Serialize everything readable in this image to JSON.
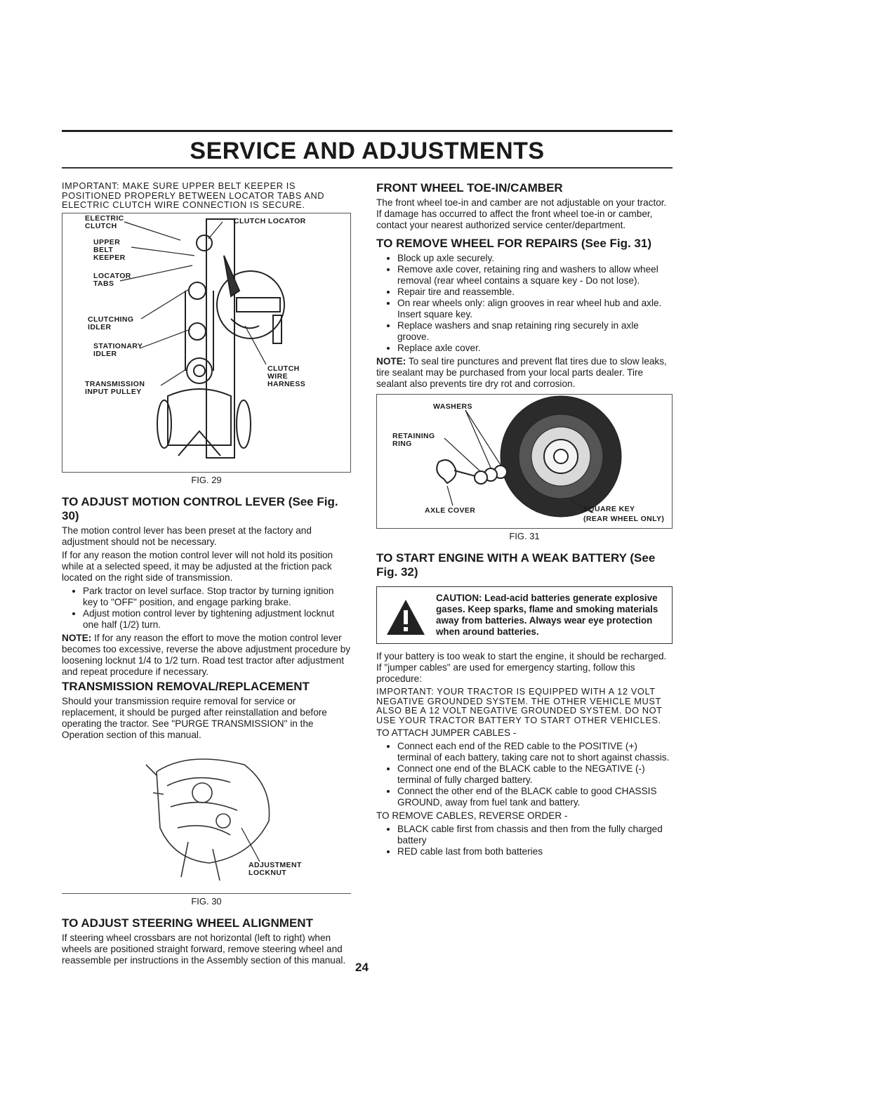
{
  "page": {
    "title": "SERVICE AND ADJUSTMENTS",
    "number": "24"
  },
  "left": {
    "important": "IMPORTANT: MAKE SURE UPPER BELT KEEPER IS POSITIONED PROPERLY BETWEEN LOCATOR TABS AND ELECTRIC CLUTCH WIRE CONNECTION IS SECURE.",
    "fig29": {
      "caption": "FIG. 29",
      "labels": {
        "electric_clutch": "ELECTRIC CLUTCH",
        "clutch_locator": "CLUTCH LOCATOR",
        "upper_belt_keeper": "UPPER BELT KEEPER",
        "locator_tabs": "LOCATOR TABS",
        "clutching_idler": "CLUTCHING IDLER",
        "stationary_idler": "STATIONARY IDLER",
        "transmission_input_pulley": "TRANSMISSION INPUT PULLEY",
        "clutch_wire_harness": "CLUTCH WIRE HARNESS"
      }
    },
    "motion": {
      "heading": "TO ADJUST MOTION CONTROL LEVER (See Fig. 30)",
      "p1": "The motion control lever has been preset at the factory and adjustment should not be necessary.",
      "p2": "If for any reason the motion control lever will not hold its position while at a selected speed, it may be adjusted at the friction pack located on the right side of transmission.",
      "bullets": [
        "Park tractor on level surface. Stop tractor by turning ignition key to \"OFF\" position, and engage parking brake.",
        "Adjust motion control lever by tightening adjustment locknut one half (1/2) turn."
      ],
      "note_label": "NOTE:",
      "note": "If for any reason the effort to move the motion control lever becomes too excessive, reverse the above adjustment procedure by loosening locknut 1/4 to 1/2 turn. Road test tractor after adjustment and repeat procedure if necessary."
    },
    "transmission": {
      "heading": "TRANSMISSION REMOVAL/REPLACEMENT",
      "p1": "Should your transmission require removal for service or replacement, it should be purged after reinstallation and before operating the tractor. See \"PURGE TRANSMISSION\" in the Operation section of this manual."
    },
    "fig30": {
      "caption": "FIG. 30",
      "label": "ADJUSTMENT LOCKNUT"
    },
    "steering": {
      "heading": "TO ADJUST STEERING WHEEL ALIGNMENT",
      "p1": "If steering wheel crossbars are not horizontal (left to right) when wheels are positioned straight forward, remove steering wheel and reassemble per instructions in the Assembly section of this manual."
    }
  },
  "right": {
    "toein": {
      "heading": "FRONT WHEEL TOE-IN/CAMBER",
      "p1": "The front wheel toe-in and camber are not adjustable on your tractor. If damage has occurred to affect the front wheel toe-in or camber, contact your nearest authorized service center/department."
    },
    "remove_wheel": {
      "heading": "TO REMOVE WHEEL FOR REPAIRS (See Fig. 31)",
      "bullets": [
        "Block up axle securely.",
        "Remove axle cover, retaining ring and washers to allow wheel removal (rear wheel contains a square key - Do not lose).",
        "Repair tire and reassemble.",
        "On rear wheels only: align grooves in rear wheel hub and axle. Insert square key.",
        "Replace washers and snap retaining ring securely in axle groove.",
        "Replace axle cover."
      ],
      "note_label": "NOTE:",
      "note": "To seal tire punctures and prevent flat tires due to slow leaks, tire sealant may be purchased from your local parts dealer. Tire sealant also prevents tire dry rot and corrosion."
    },
    "fig31": {
      "caption": "FIG. 31",
      "labels": {
        "washers": "WASHERS",
        "retaining_ring": "RETAINING RING",
        "axle_cover": "AXLE COVER",
        "square_key": "SQUARE KEY",
        "rear_only": "(REAR WHEEL ONLY)"
      }
    },
    "weak_battery": {
      "heading": "TO START ENGINE WITH A WEAK BATTERY (See Fig. 32)",
      "caution": "CAUTION: Lead-acid batteries generate explosive gases. Keep sparks, flame and smoking materials away from batteries. Always wear eye protection when around batteries.",
      "p1": "If your battery is too weak to start the engine, it should be recharged. If \"jumper cables\" are used for emergency starting, follow this procedure:",
      "important": "IMPORTANT: YOUR TRACTOR IS EQUIPPED WITH A 12 VOLT NEGATIVE GROUNDED SYSTEM. THE OTHER VEHICLE MUST ALSO BE A 12 VOLT NEGATIVE GROUNDED SYSTEM. DO NOT USE YOUR TRACTOR BATTERY TO START OTHER VEHICLES.",
      "attach_heading": "TO ATTACH JUMPER CABLES -",
      "attach_bullets": [
        "Connect each end of the RED cable to the POSITIVE (+) terminal of each battery, taking care not to short against chassis.",
        "Connect one end of the BLACK cable to the NEGATIVE (-) terminal of fully charged battery.",
        "Connect the other end of the BLACK cable to good CHASSIS GROUND, away from fuel tank and battery."
      ],
      "remove_heading": "TO REMOVE CABLES, REVERSE ORDER -",
      "remove_bullets": [
        "BLACK cable first from chassis and then from the fully charged battery",
        "RED cable last from both batteries"
      ]
    }
  }
}
